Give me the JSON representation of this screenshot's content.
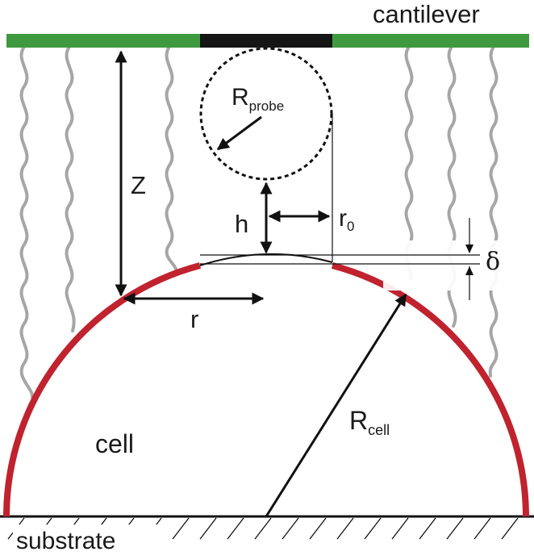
{
  "labels": {
    "cantilever": "cantilever",
    "r_probe_main": "R",
    "r_probe_sub": "probe",
    "z": "Z",
    "h": "h",
    "r0_main": "r",
    "r0_sub": "0",
    "delta": "δ",
    "r": "r",
    "cell": "cell",
    "r_cell_main": "R",
    "r_cell_sub": "cell",
    "substrate": "substrate"
  },
  "colors": {
    "cantilever": "#3f9a3f",
    "cantilever_tip": "#151515",
    "cell_membrane": "#c0222e",
    "tethers": "#a6a6a6",
    "arrows": "#111111"
  }
}
